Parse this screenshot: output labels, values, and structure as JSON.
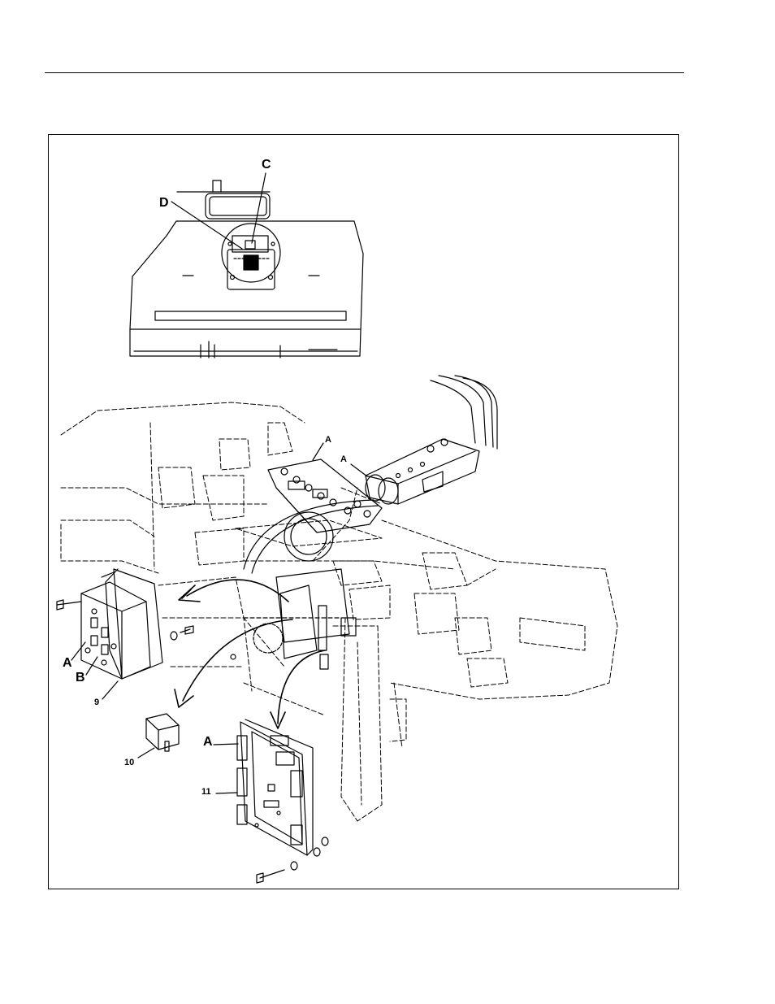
{
  "callouts": {
    "c": "C",
    "d": "D",
    "a_top_panel": "A",
    "a_connector": "A",
    "a_module": "A",
    "b_module": "B",
    "n9": "9",
    "n10": "10",
    "a_board": "A",
    "n11": "11"
  },
  "colors": {
    "ink": "#000000",
    "paper": "#ffffff"
  }
}
